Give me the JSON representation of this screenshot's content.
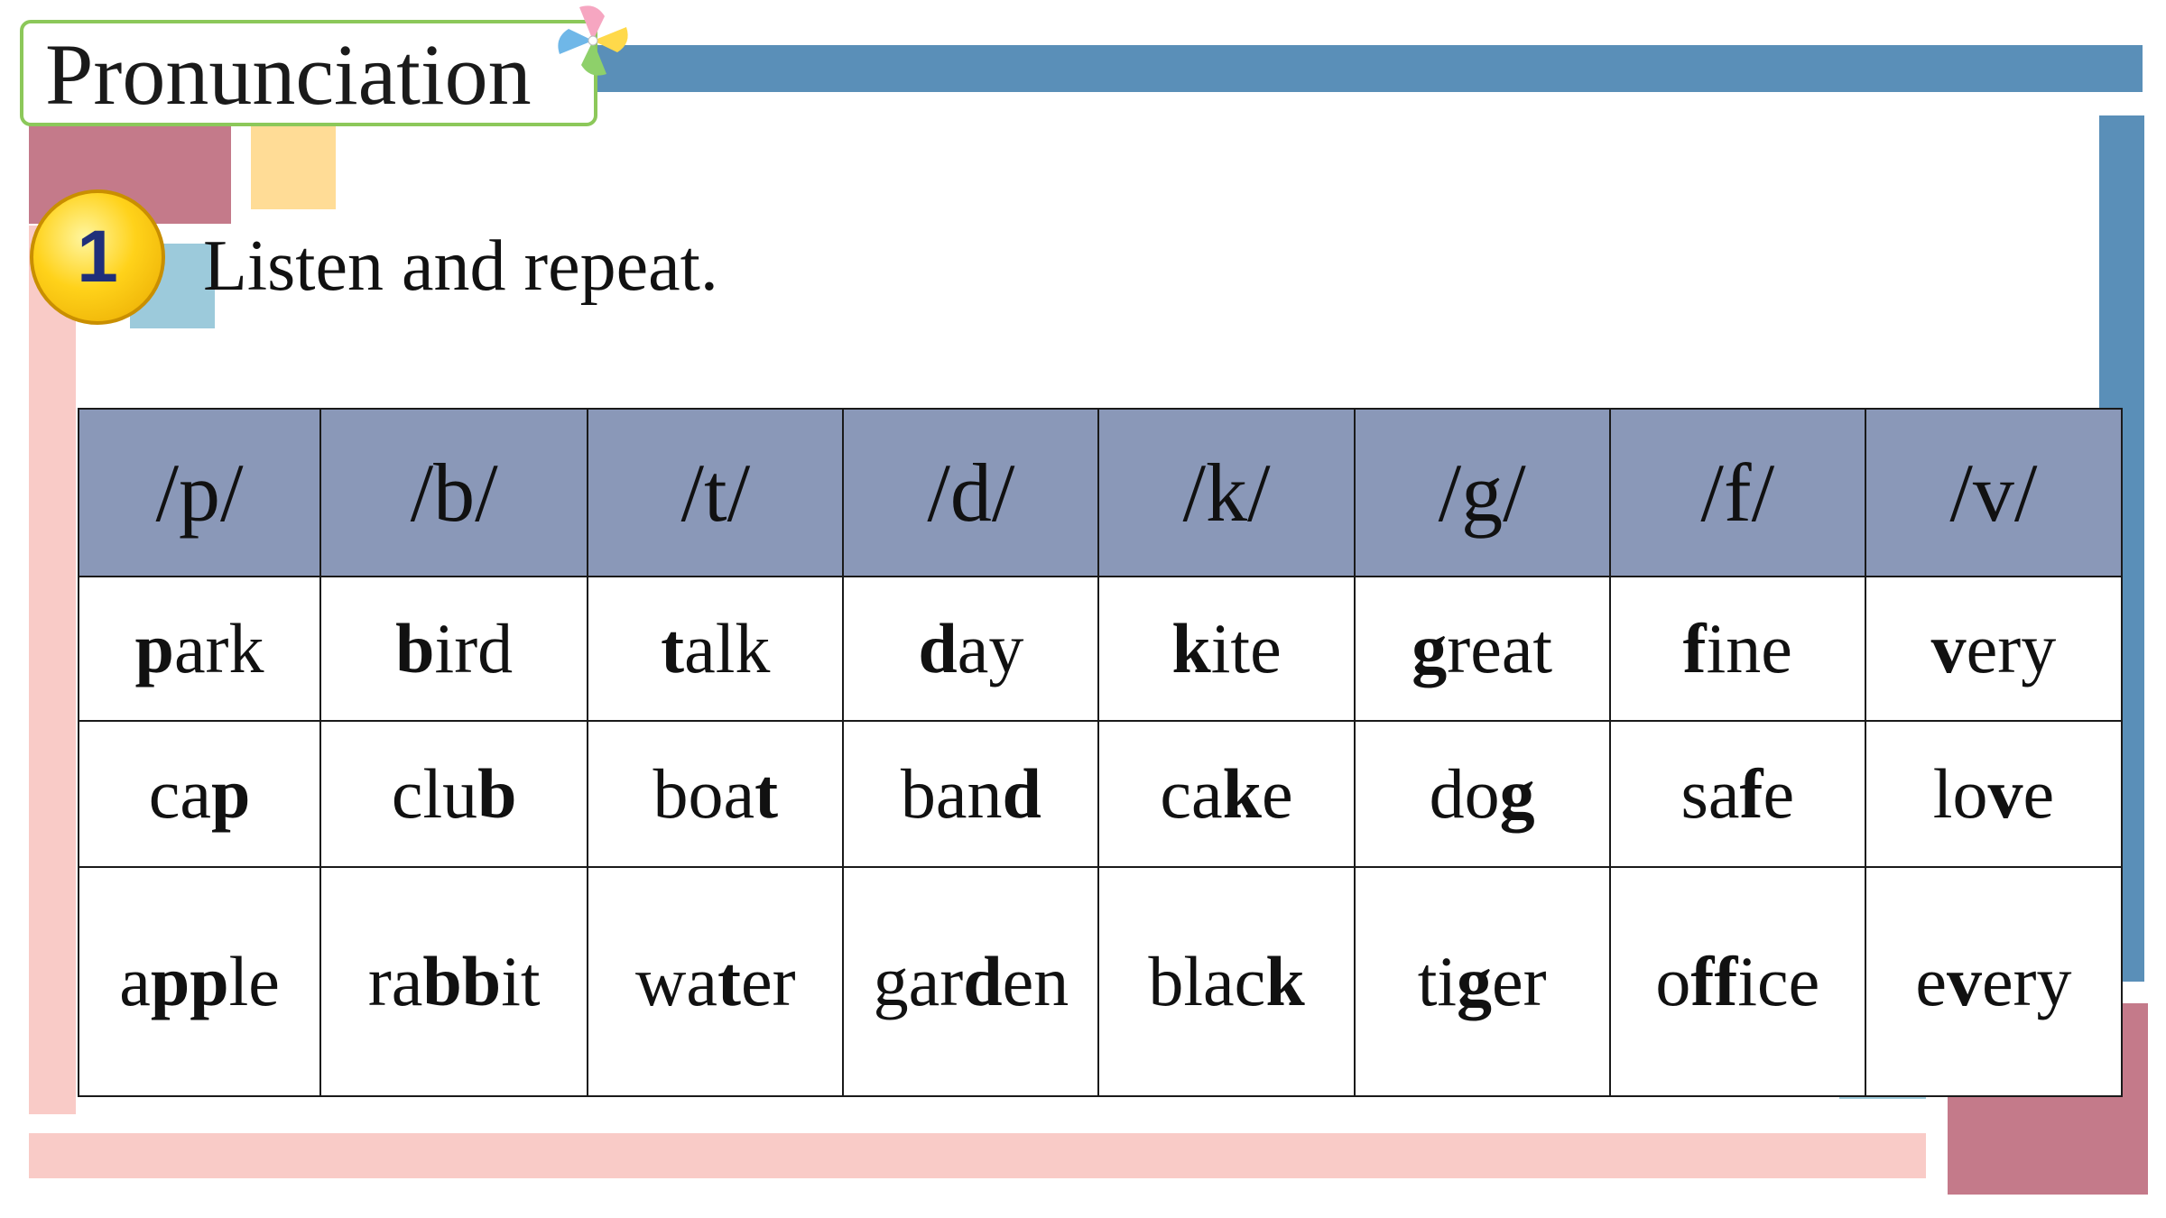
{
  "header": {
    "title": "Pronunciation"
  },
  "exercise": {
    "number": "1",
    "instruction": "Listen and repeat."
  },
  "colors": {
    "blue_bar": "#5a8fb8",
    "pink": "#f9cbc7",
    "mauve": "#c47a8a",
    "light_yellow": "#ffdc96",
    "light_blue": "#9ccadb",
    "header_row": "#8a98b8",
    "title_border": "#8cc85a"
  },
  "table": {
    "headers": [
      "/p/",
      "/b/",
      "/t/",
      "/d/",
      "/k/",
      "/g/",
      "/f/",
      "/v/"
    ],
    "rows": [
      [
        {
          "pre": "",
          "bold": "p",
          "post": "ark"
        },
        {
          "pre": "",
          "bold": "b",
          "post": "ird"
        },
        {
          "pre": "",
          "bold": "t",
          "post": "alk"
        },
        {
          "pre": "",
          "bold": "d",
          "post": "ay"
        },
        {
          "pre": "",
          "bold": "k",
          "post": "ite"
        },
        {
          "pre": "",
          "bold": "g",
          "post": "reat"
        },
        {
          "pre": "",
          "bold": "f",
          "post": "ine"
        },
        {
          "pre": "",
          "bold": "v",
          "post": "ery"
        }
      ],
      [
        {
          "pre": "ca",
          "bold": "p",
          "post": ""
        },
        {
          "pre": "clu",
          "bold": "b",
          "post": ""
        },
        {
          "pre": "boa",
          "bold": "t",
          "post": ""
        },
        {
          "pre": "ban",
          "bold": "d",
          "post": ""
        },
        {
          "pre": "ca",
          "bold": "k",
          "post": "e"
        },
        {
          "pre": "do",
          "bold": "g",
          "post": ""
        },
        {
          "pre": "sa",
          "bold": "f",
          "post": "e"
        },
        {
          "pre": "lo",
          "bold": "v",
          "post": "e"
        }
      ],
      [
        {
          "pre": "a",
          "bold": "pp",
          "post": "le"
        },
        {
          "pre": "ra",
          "bold": "bb",
          "post": "it"
        },
        {
          "pre": "wa",
          "bold": "t",
          "post": "er"
        },
        {
          "pre": "gar",
          "bold": "d",
          "post": "en"
        },
        {
          "pre": "blac",
          "bold": "k",
          "post": ""
        },
        {
          "pre": "ti",
          "bold": "g",
          "post": "er"
        },
        {
          "pre": "o",
          "bold": "ff",
          "post": "ice"
        },
        {
          "pre": "e",
          "bold": "v",
          "post": "ery"
        }
      ]
    ]
  }
}
